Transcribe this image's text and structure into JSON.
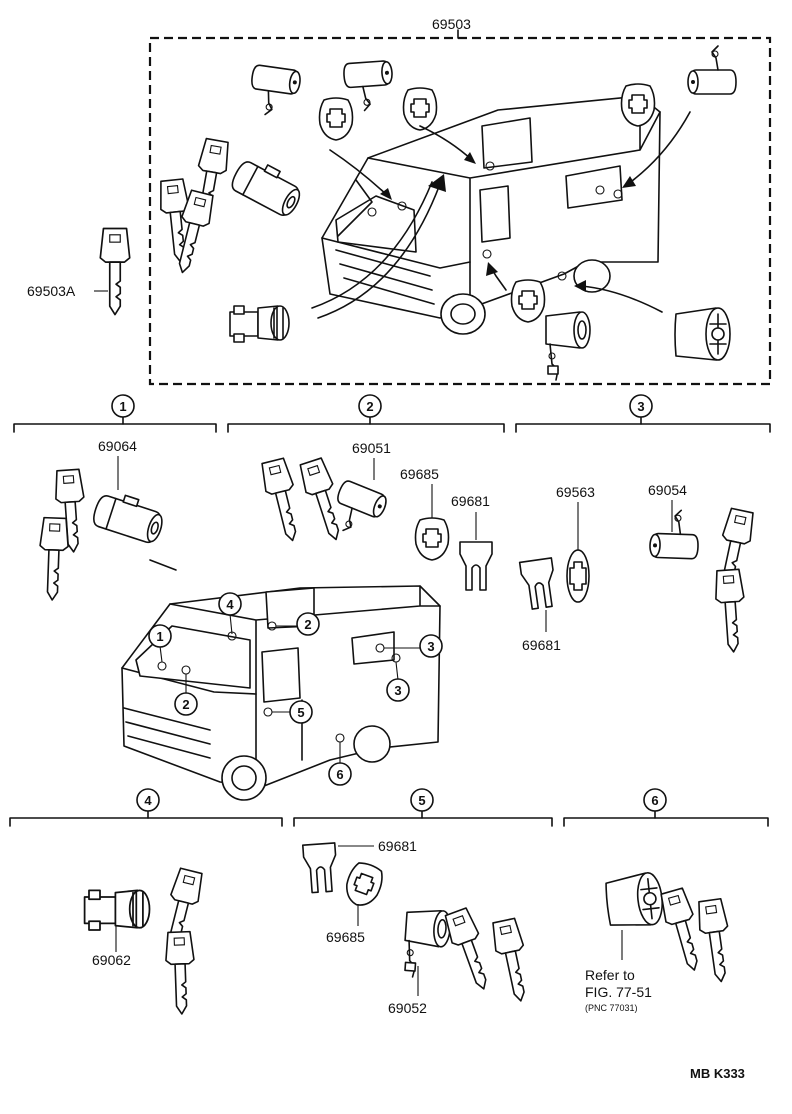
{
  "assembly_label": "69503",
  "key_label": "69503A",
  "sections": [
    {
      "num": "1",
      "parts": [
        "69064"
      ]
    },
    {
      "num": "2",
      "parts": [
        "69051",
        "69685",
        "69681"
      ]
    },
    {
      "num": "3",
      "parts": [
        "69563",
        "69054",
        "69681"
      ]
    },
    {
      "num": "4",
      "parts": [
        "69062"
      ]
    },
    {
      "num": "5",
      "parts": [
        "69681",
        "69685",
        "69052"
      ]
    },
    {
      "num": "6",
      "parts": []
    }
  ],
  "van_callouts": [
    "4",
    "2",
    "1",
    "2",
    "3",
    "3",
    "5",
    "6"
  ],
  "reference": {
    "line1": "Refer to",
    "line2": "FIG. 77-51",
    "line3": "(PNC 77031)"
  },
  "figure_code": "MB K333"
}
